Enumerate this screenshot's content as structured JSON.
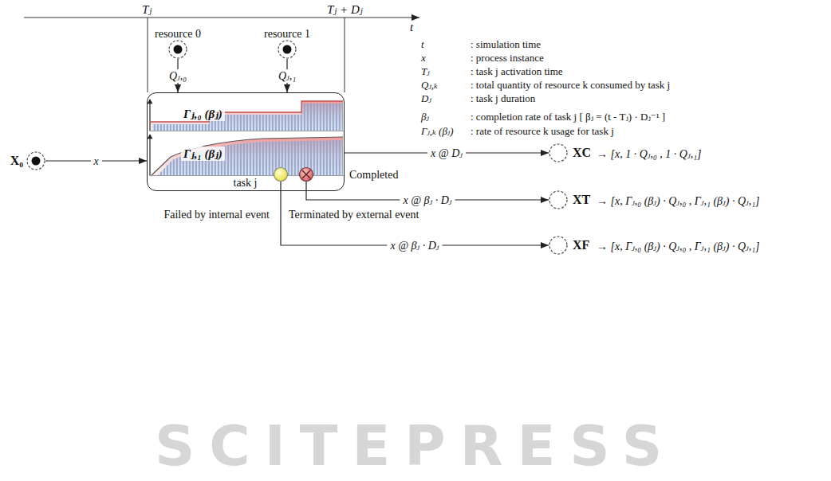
{
  "diagram": {
    "nodes": [
      {
        "text": [
          "resource 0"
        ]
      },
      {
        "text": [
          "resource 1"
        ]
      },
      {
        "text": [
          "X₀"
        ]
      },
      {
        "text": [
          "task j"
        ]
      },
      {
        "text": [
          "Γⱼ,₀ (βⱼ)"
        ],
        "in": 3
      },
      {
        "text": [
          "Γⱼ,₁ (βⱼ)"
        ],
        "in": 3
      },
      {
        "text": [
          "Failed by internal event"
        ]
      },
      {
        "text": [
          "Terminated by external event"
        ]
      },
      {
        "text": [
          "XC"
        ]
      },
      {
        "text": [
          "XT"
        ]
      },
      {
        "text": [
          "XF"
        ]
      }
    ],
    "edges": [
      {
        "from": 0,
        "to": 3,
        "arrow": "to",
        "label": "Qⱼ,₀"
      },
      {
        "from": 1,
        "to": 3,
        "arrow": "to",
        "label": "Qⱼ,₁"
      },
      {
        "from": 2,
        "to": 3,
        "arrow": "to",
        "label": "x"
      },
      {
        "from": 3,
        "to": 8,
        "arrow": "to",
        "label": "x @ Dⱼ"
      },
      {
        "from": 7,
        "to": 9,
        "arrow": "to",
        "label": "x @ βⱼ · Dⱼ"
      },
      {
        "from": 6,
        "to": 10,
        "arrow": "to",
        "label": "x @ βⱼ · Dⱼ"
      }
    ],
    "labels": [
      "Tⱼ",
      "Tⱼ + Dⱼ",
      "t",
      "Completed",
      "→ [x, 1 · Qⱼ,₀ , 1 · Qⱼ,₁]",
      "→ [x, Γⱼ,₀ (βⱼ) · Qⱼ,₀ , Γⱼ,₁ (βⱼ) · Qⱼ,₁]",
      "→ [x, Γⱼ,₀ (βⱼ) · Qⱼ,₀ , Γⱼ,₁ (βⱼ) · Qⱼ,₁]",
      "t",
      ": simulation time",
      "x",
      ": process instance",
      "Tⱼ",
      ": task j activation time",
      "Qⱼ,ₖ",
      ": total quantity of resource k consumed by task j",
      "Dⱼ",
      ": task j duration",
      "βⱼ",
      ": completion rate of task j [ βⱼ = (t - Tⱼ) · Dⱼ⁻¹ ]",
      "Γⱼ,ₖ (βⱼ)",
      ": rate of resource k usage for task j",
      "SCITEPRESS"
    ]
  }
}
